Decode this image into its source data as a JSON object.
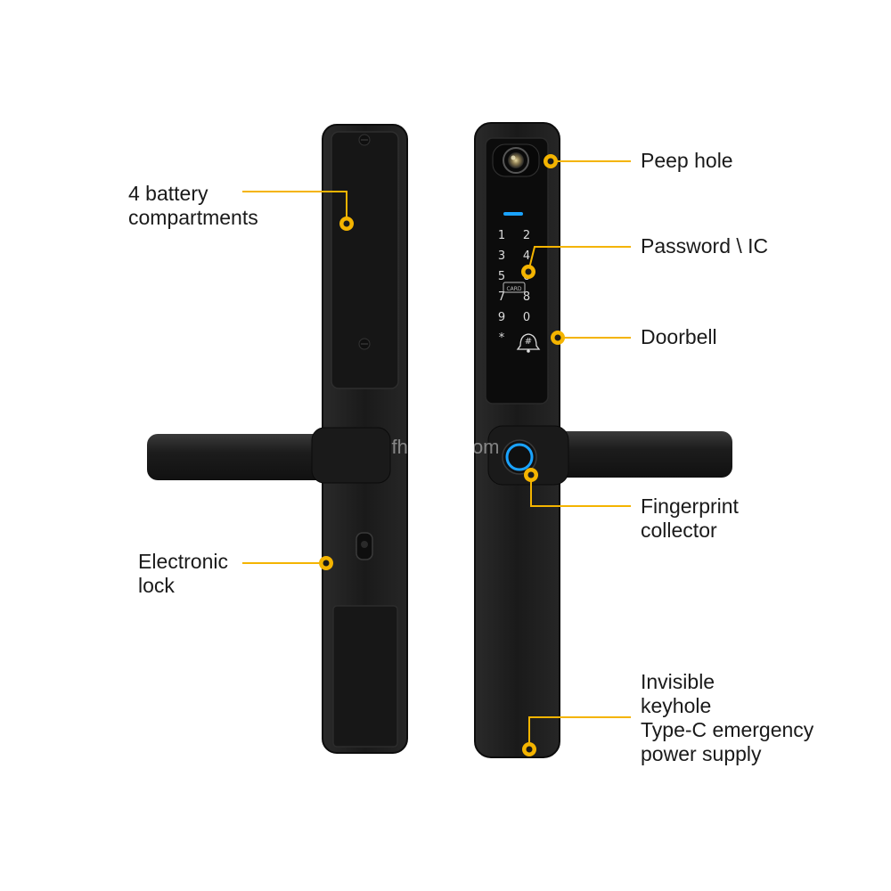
{
  "callouts": {
    "battery": [
      "4 battery",
      "compartments"
    ],
    "electronic_lock": [
      "Electronic",
      "lock"
    ],
    "peep_hole": [
      "Peep hole"
    ],
    "password": [
      "Password \\ IC"
    ],
    "doorbell": [
      "Doorbell"
    ],
    "fingerprint": [
      "Fingerprint",
      "collector"
    ],
    "keyhole": [
      "Invisible",
      "keyhole",
      "Type-C emergency",
      "power supply"
    ]
  },
  "keypad": [
    "1",
    "2",
    "3",
    "4",
    "5",
    "6",
    "7",
    "8",
    "9",
    "0",
    "*",
    "#"
  ],
  "card_label": "CARD",
  "watermark": "fhsmart.com",
  "colors": {
    "accent": "#f4b400",
    "lock_body": "#1c1c1c",
    "indicator": "#1aa3ff"
  },
  "icons": [
    "screw-icon",
    "camera-lens-icon",
    "bell-icon",
    "card-icon",
    "fingerprint-sensor-icon"
  ]
}
